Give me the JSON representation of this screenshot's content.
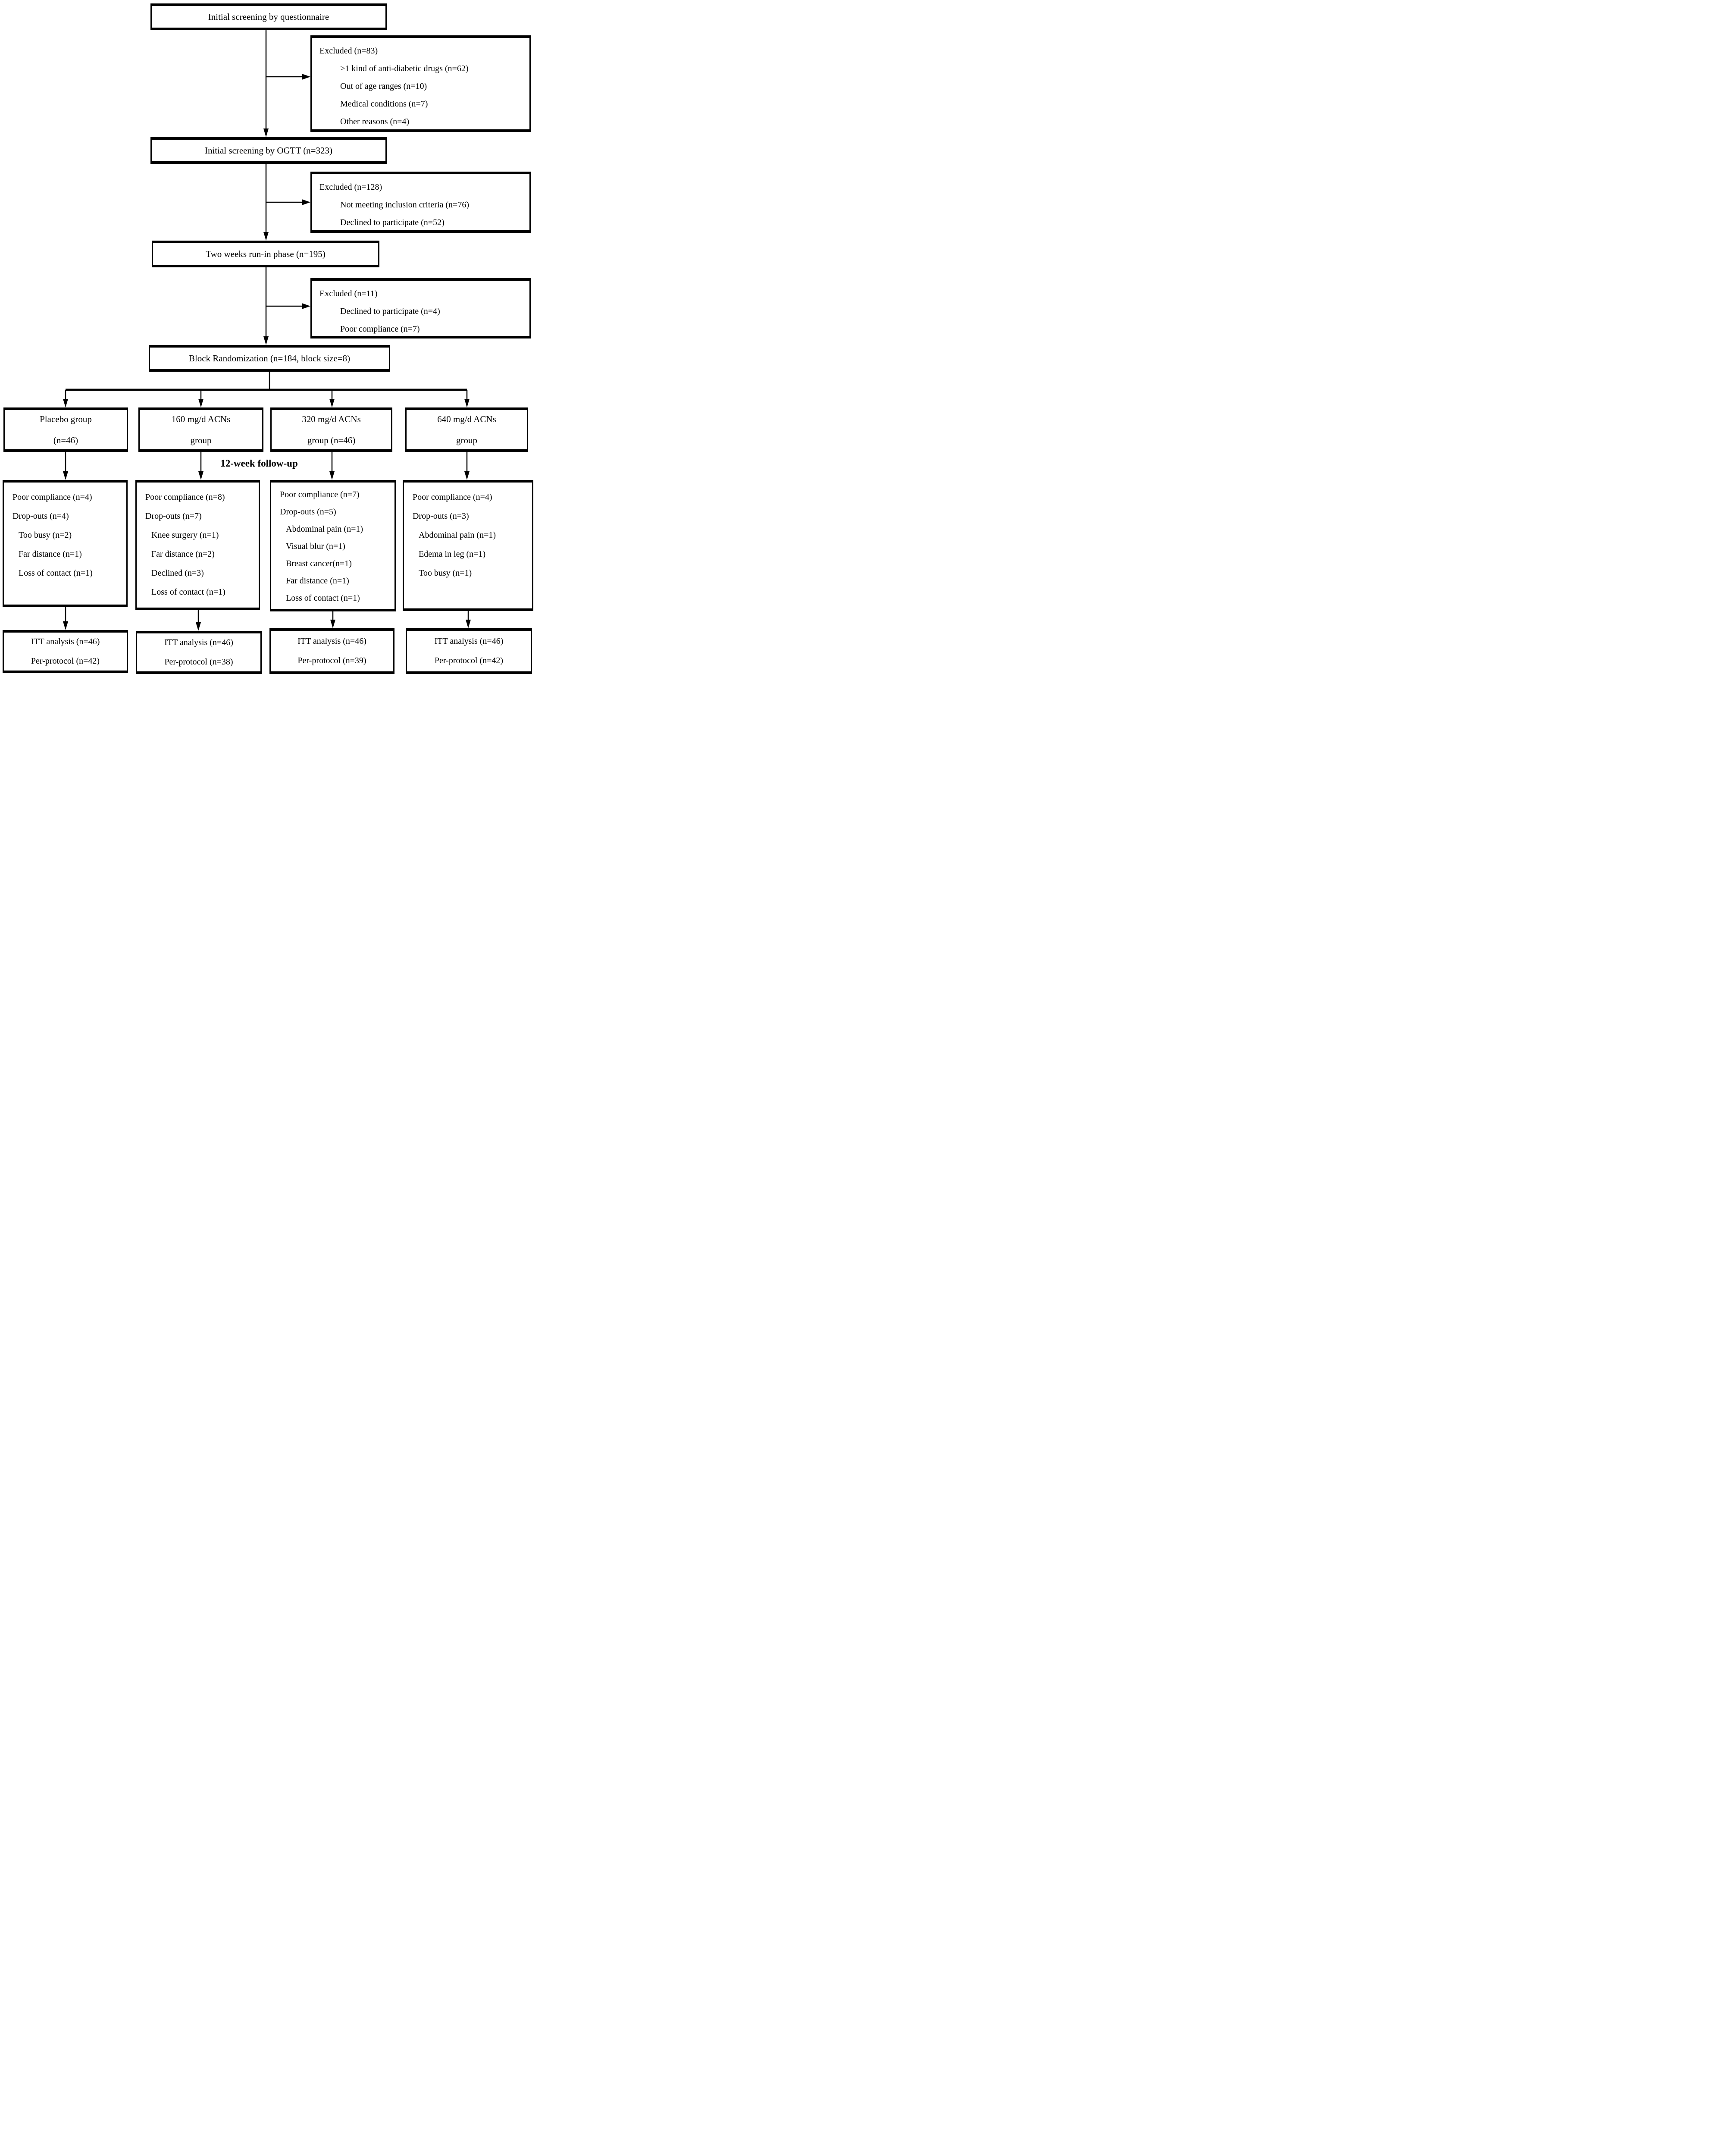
{
  "colors": {
    "background": "#ffffff",
    "line": "#000000",
    "text": "#000000"
  },
  "flowchart": {
    "screening_questionnaire": "Initial screening by questionnaire",
    "excluded1": {
      "title": "Excluded (n=83)",
      "items": [
        ">1 kind of anti-diabetic drugs (n=62)",
        "Out of age ranges (n=10)",
        "Medical conditions (n=7)",
        "Other reasons (n=4)"
      ]
    },
    "screening_ogtt": "Initial screening by OGTT (n=323)",
    "excluded2": {
      "title": "Excluded (n=128)",
      "items": [
        "Not meeting inclusion criteria (n=76)",
        "Declined to participate (n=52)"
      ]
    },
    "run_in": "Two weeks run-in phase (n=195)",
    "excluded3": {
      "title": "Excluded (n=11)",
      "items": [
        "Declined to participate (n=4)",
        "Poor compliance (n=7)"
      ]
    },
    "randomization": "Block Randomization (n=184, block size=8)",
    "followup_label": "12-week follow-up",
    "groups": [
      {
        "line1": "Placebo group",
        "line2": "(n=46)"
      },
      {
        "line1": "160 mg/d ACNs",
        "line2": "group"
      },
      {
        "line1": "320 mg/d ACNs",
        "line2": "group (n=46)"
      },
      {
        "line1": "640 mg/d ACNs",
        "line2": "group"
      }
    ],
    "dropouts": [
      {
        "lines": [
          "Poor compliance (n=4)",
          "Drop-outs (n=4)",
          "Too busy (n=2)",
          "Far distance (n=1)",
          "Loss of contact (n=1)"
        ]
      },
      {
        "lines": [
          "Poor compliance (n=8)",
          "Drop-outs (n=7)",
          "Knee surgery (n=1)",
          "Far distance (n=2)",
          "Declined (n=3)",
          "Loss of contact (n=1)"
        ]
      },
      {
        "lines": [
          "Poor compliance (n=7)",
          "Drop-outs (n=5)",
          "Abdominal pain (n=1)",
          "Visual blur (n=1)",
          "Breast cancer(n=1)",
          "Far distance (n=1)",
          "Loss of contact (n=1)"
        ]
      },
      {
        "lines": [
          "Poor compliance (n=4)",
          "Drop-outs (n=3)",
          "Abdominal pain (n=1)",
          "Edema in leg (n=1)",
          "Too busy (n=1)"
        ]
      }
    ],
    "analysis": [
      {
        "line1": "ITT analysis (n=46)",
        "line2": "Per-protocol (n=42)"
      },
      {
        "line1": "ITT analysis (n=46)",
        "line2": "Per-protocol (n=38)"
      },
      {
        "line1": "ITT analysis (n=46)",
        "line2": "Per-protocol (n=39)"
      },
      {
        "line1": "ITT analysis (n=46)",
        "line2": "Per-protocol (n=42)"
      }
    ]
  }
}
